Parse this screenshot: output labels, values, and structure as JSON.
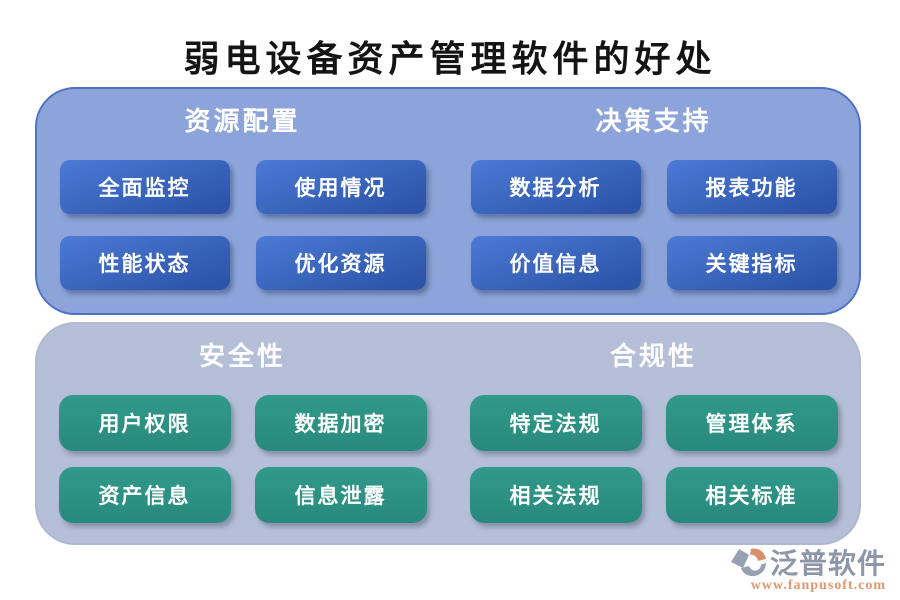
{
  "title": "弱电设备资产管理软件的好处",
  "panels": [
    {
      "id": "top",
      "sections": [
        {
          "header": "资源配置",
          "items": [
            "全面监控",
            "使用情况",
            "性能状态",
            "优化资源"
          ]
        },
        {
          "header": "决策支持",
          "items": [
            "数据分析",
            "报表功能",
            "价值信息",
            "关键指标"
          ]
        }
      ]
    },
    {
      "id": "bottom",
      "sections": [
        {
          "header": "安全性",
          "items": [
            "用户权限",
            "数据加密",
            "资产信息",
            "信息泄露"
          ]
        },
        {
          "header": "合规性",
          "items": [
            "特定法规",
            "管理体系",
            "相关法规",
            "相关标准"
          ]
        }
      ]
    }
  ],
  "footer": {
    "brand": "泛普软件",
    "url": "www.fanpusoft.com"
  },
  "colors": {
    "panel_top": "#8ca4d9",
    "panel_top_border": "#4f72c3",
    "panel_bottom": "#b5bfd7",
    "button_blue": "#2e5bb0",
    "button_teal": "#2a9183",
    "header_text": "#ffffff",
    "title_text": "#141414",
    "brand_gray": "#8e96aa",
    "brand_orange": "#e0976e"
  }
}
